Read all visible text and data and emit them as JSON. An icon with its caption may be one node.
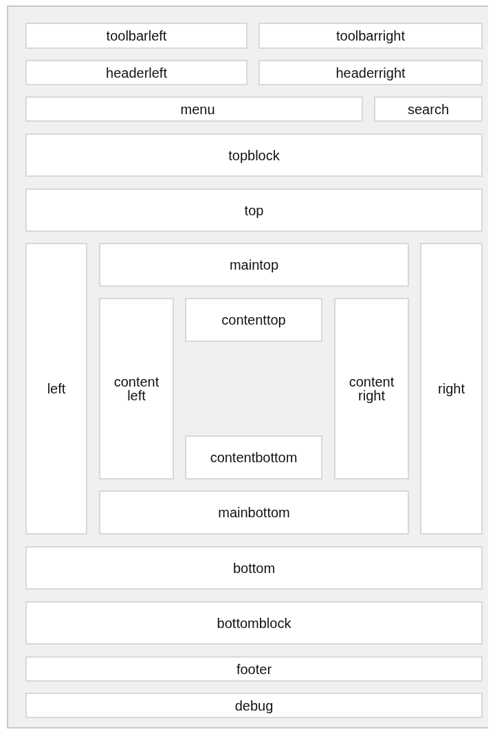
{
  "diagram": {
    "nodes": [
      {
        "text": [],
        "shape": "box"
      },
      {
        "text": [
          "toolbarleft"
        ],
        "in": 0
      },
      {
        "text": [
          "toolbarright"
        ],
        "in": 0
      },
      {
        "text": [
          "headerleft"
        ],
        "in": 0
      },
      {
        "text": [
          "headerright"
        ],
        "in": 0
      },
      {
        "text": [
          "menu"
        ],
        "in": 0
      },
      {
        "text": [
          "search"
        ],
        "in": 0
      },
      {
        "text": [
          "topblock"
        ],
        "in": 0
      },
      {
        "text": [
          "top"
        ],
        "in": 0
      },
      {
        "text": [
          "left"
        ],
        "in": 0
      },
      {
        "text": [
          "maintop"
        ],
        "in": 0
      },
      {
        "text": [
          "content left"
        ],
        "in": 0
      },
      {
        "text": [
          "contenttop"
        ],
        "in": 0
      },
      {
        "text": [
          "contentbottom"
        ],
        "in": 0
      },
      {
        "text": [
          "content right"
        ],
        "in": 0
      },
      {
        "text": [
          "right"
        ],
        "in": 0
      },
      {
        "text": [
          "mainbottom"
        ],
        "in": 0
      },
      {
        "text": [
          "bottom"
        ],
        "in": 0
      },
      {
        "text": [
          "bottomblock"
        ],
        "in": 0
      },
      {
        "text": [
          "footer"
        ],
        "in": 0
      },
      {
        "text": [
          "debug"
        ],
        "in": 0
      }
    ]
  }
}
